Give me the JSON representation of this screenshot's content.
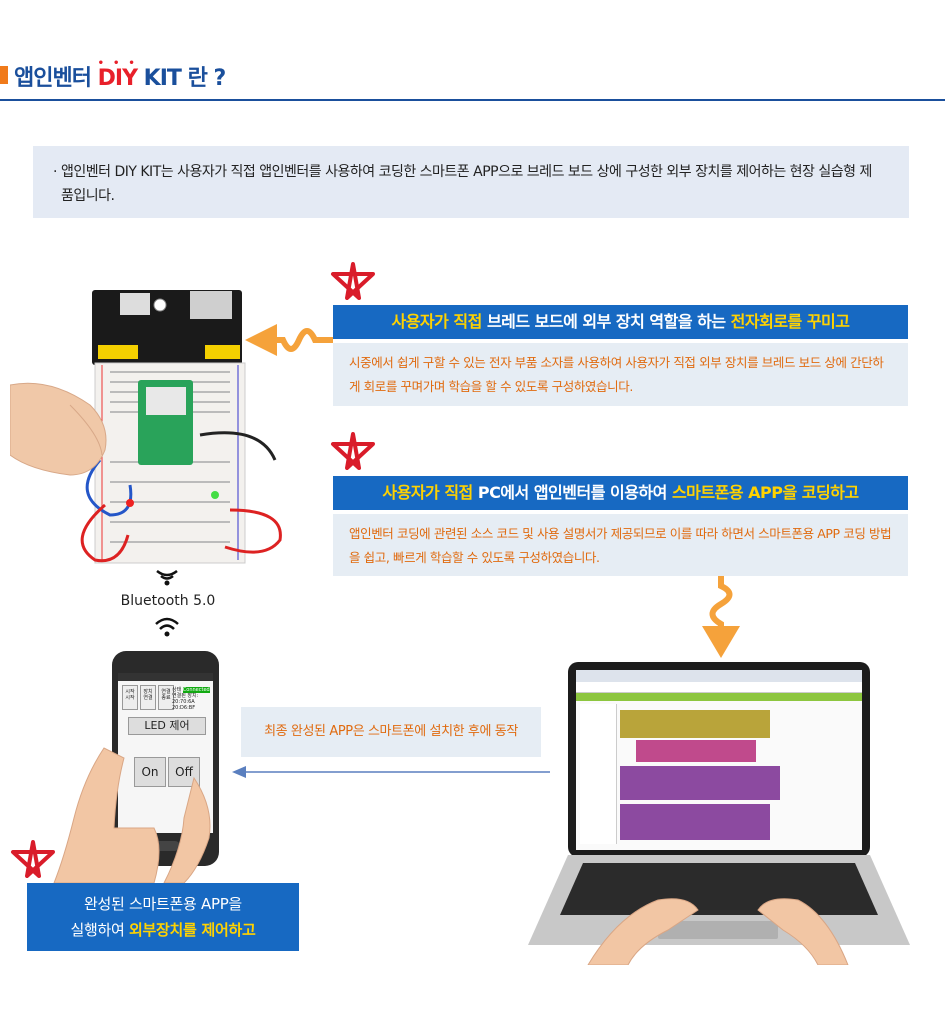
{
  "title": {
    "prefix": "앱인벤터 ",
    "diy": "DIY",
    "suffix": " KIT 란 ?"
  },
  "intro": {
    "bullet": "·",
    "text": "앱인벤터 DIY KIT는 사용자가 직접 앱인벤터를 사용하여 코딩한 스마트폰 APP으로 브레드 보드 상에 구성한 외부 장치를 제어하는 현장 실습형 제품입니다."
  },
  "step1": {
    "heading_pre": "사용자가 직접",
    "heading_mid": " 브레드 보드에 외부 장치 역할을 하는 ",
    "heading_hl": "전자회로를 꾸미고",
    "desc": "시중에서 쉽게 구할 수 있는 전자 부품 소자를 사용하여 사용자가 직접 외부 장치를 브레드 보드 상에 간단하게 회로를 꾸며가며 학습을 할 수 있도록 구성하였습니다."
  },
  "step2": {
    "heading_pre": "사용자가 직접",
    "heading_mid": " PC에서 앱인벤터를 이용하여 ",
    "heading_hl": "스마트폰용 APP을 코딩하고",
    "desc": "앱인벤터 코딩에 관련된 소스 코드 및 사용 설명서가 제공되므로 이를 따라 하면서 스마트폰용 APP 코딩 방법을 쉽고, 빠르게 학습할 수 있도록 구성하였습니다."
  },
  "note": "최종 완성된 APP은 스마트폰에 설치한 후에 동작",
  "final": {
    "line1": "완성된 스마트폰용 APP을",
    "line2_pre": "실행하여 ",
    "line2_hl": "외부장치를 제어하고"
  },
  "bluetooth": "Bluetooth 5.0",
  "phone": {
    "buttons": [
      "시작\n시작",
      "장치\n연결",
      "연결\n종료"
    ],
    "status_label": "상태",
    "status_value": "Connected",
    "conn_info": "연결된 장치: 20:70:6A\n20:D6:BF",
    "led_label": "LED 제어",
    "on": "On",
    "off": "Off"
  },
  "colors": {
    "accent": "#1769c2",
    "orange": "#e06b10",
    "highlight": "#ffd200",
    "title_blue": "#1a4f9c"
  }
}
